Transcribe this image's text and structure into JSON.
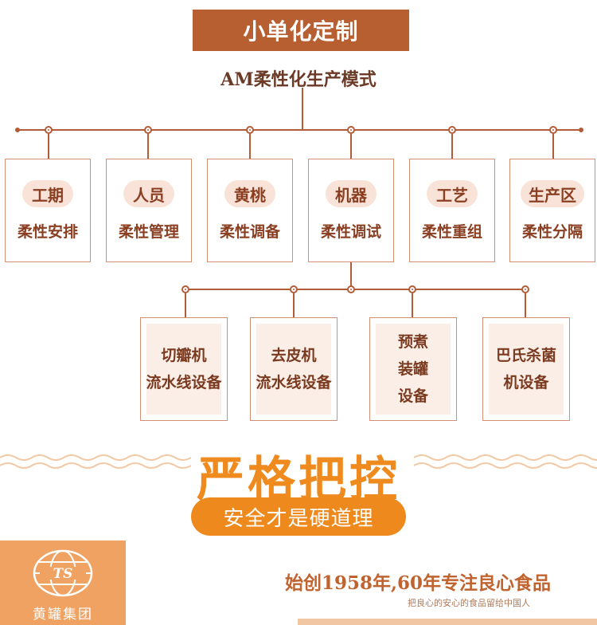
{
  "header": {
    "banner": "小单化定制",
    "subtitle": "AM柔性化生产模式"
  },
  "row1": [
    {
      "tag": "工期",
      "label": "柔性安排"
    },
    {
      "tag": "人员",
      "label": "柔性管理"
    },
    {
      "tag": "黄桃",
      "label": "柔性调备"
    },
    {
      "tag": "机器",
      "label": "柔性调试"
    },
    {
      "tag": "工艺",
      "label": "柔性重组"
    },
    {
      "tag": "生产区",
      "label": "柔性分隔"
    }
  ],
  "row2": [
    {
      "lines": [
        "切瓣机",
        "流水线设备"
      ]
    },
    {
      "lines": [
        "去皮机",
        "流水线设备"
      ]
    },
    {
      "lines": [
        "预煮",
        "装罐",
        "设备"
      ]
    },
    {
      "lines": [
        "巴氏杀菌",
        "机设备"
      ]
    }
  ],
  "promo": {
    "title": "严格把控",
    "slogan": "安全才是硬道理"
  },
  "footer": {
    "brand": "黄罐集团",
    "main": "始创1958年,60年专注良心食品",
    "sub": "把良心的安心的食品留给中国人"
  },
  "colors": {
    "banner": "#b85f32",
    "accent_orange": "#ee8a1d",
    "line": "#b25c38",
    "pill_bg": "#f9e3d8",
    "logo_bg": "#f0a263"
  }
}
